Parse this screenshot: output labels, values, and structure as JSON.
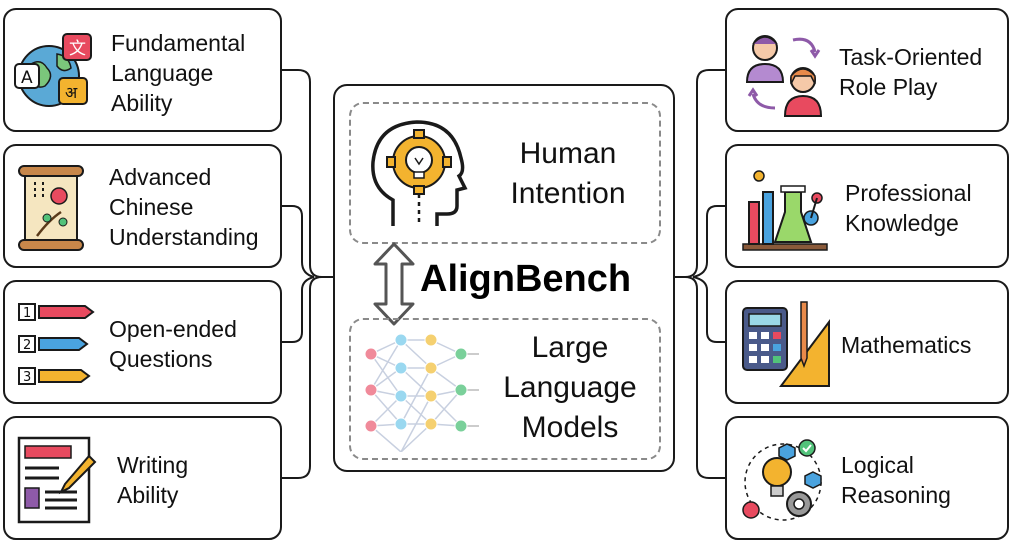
{
  "left_items": [
    {
      "lines": [
        "Fundamental",
        "Language",
        "Ability"
      ],
      "icon": "language-globe-icon"
    },
    {
      "lines": [
        "Advanced",
        "Chinese",
        "Understanding"
      ],
      "icon": "ancient-scroll-icon"
    },
    {
      "lines": [
        "Open-ended",
        "Questions"
      ],
      "icon": "numbered-list-icon"
    },
    {
      "lines": [
        "Writing",
        "Ability"
      ],
      "icon": "notepad-pencil-icon"
    }
  ],
  "right_items": [
    {
      "lines": [
        "Task-Oriented",
        "Role Play"
      ],
      "icon": "role-swap-icon"
    },
    {
      "lines": [
        "Professional",
        "Knowledge"
      ],
      "icon": "lab-flasks-icon"
    },
    {
      "lines": [
        "Mathematics"
      ],
      "icon": "calculator-ruler-icon"
    },
    {
      "lines": [
        "Logical",
        "Reasoning"
      ],
      "icon": "lightbulb-gear-icon"
    }
  ],
  "center": {
    "title": "AlignBench",
    "top_lines": [
      "Human",
      "Intention"
    ],
    "bottom_lines": [
      "Large",
      "Language",
      "Models"
    ]
  },
  "colors": {
    "border": "#1a1a1a",
    "dash": "#8a8a8a",
    "gold": "#f3b32f",
    "red": "#e84a5f",
    "blue": "#4aa3df",
    "green": "#52c27a",
    "purple": "#8e5aa8"
  }
}
